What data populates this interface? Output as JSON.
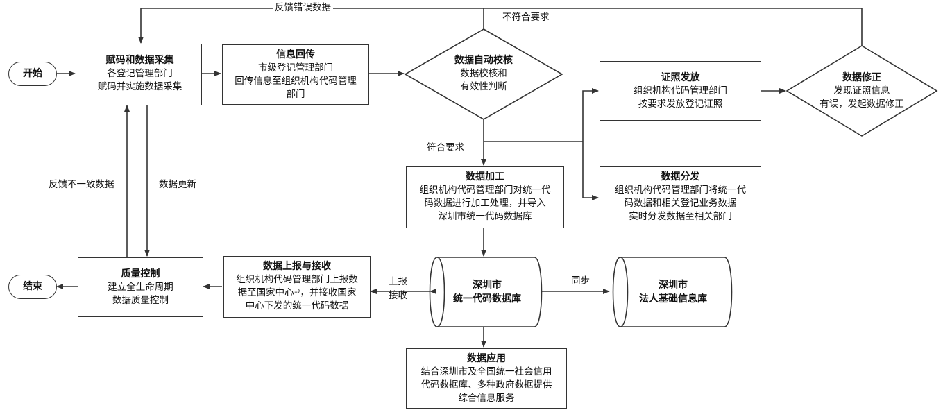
{
  "nodes": {
    "start": "开始",
    "end": "结束",
    "collect": {
      "title": "赋码和数据采集",
      "lines": [
        "各登记管理部门",
        "赋码并实施数据采集"
      ]
    },
    "return": {
      "title": "信息回传",
      "lines": [
        "市级登记管理部门",
        "回传信息至组织机构代码管理",
        "部门"
      ]
    },
    "check": {
      "title": "数据自动校核",
      "lines": [
        "数据校核和",
        "有效性判断"
      ]
    },
    "cert": {
      "title": "证照发放",
      "lines": [
        "组织机构代码管理部门",
        "按要求发放登记证照"
      ]
    },
    "fix": {
      "title": "数据修正",
      "lines": [
        "发现证照信息",
        "有误，发起数据修正"
      ]
    },
    "process": {
      "title": "数据加工",
      "lines": [
        "组织机构代码管理部门对统一代",
        "码数据进行加工处理，并导入",
        "深圳市统一代码数据库"
      ]
    },
    "distribute": {
      "title": "数据分发",
      "lines": [
        "组织机构代码管理部门将统一代",
        "码数据和相关登记业务数据",
        "实时分发数据至相关部门"
      ]
    },
    "quality": {
      "title": "质量控制",
      "lines": [
        "建立全生命周期",
        "数据质量控制"
      ]
    },
    "report": {
      "title": "数据上报与接收",
      "lines": [
        "组织机构代码管理部门上报数",
        "据至国家中心¹⁾，并接收国家",
        "中心下发的统一代码数据"
      ]
    },
    "db": {
      "lines": [
        "深圳市",
        "统一代码数据库"
      ]
    },
    "legaldb": {
      "lines": [
        "深圳市",
        "法人基础信息库"
      ]
    },
    "app": {
      "title": "数据应用",
      "lines": [
        "结合深圳市及全国统一社会信用",
        "代码数据库、多种政府数据提供",
        "综合信息服务"
      ]
    }
  },
  "labels": {
    "feedback_error": "反馈错误数据",
    "not_meet": "不符合要求",
    "meet": "符合要求",
    "feedback_inconsistent": "反馈不一致数据",
    "data_update": "数据更新",
    "report_recv_1": "上报",
    "report_recv_2": "接收",
    "sync": "同步"
  }
}
